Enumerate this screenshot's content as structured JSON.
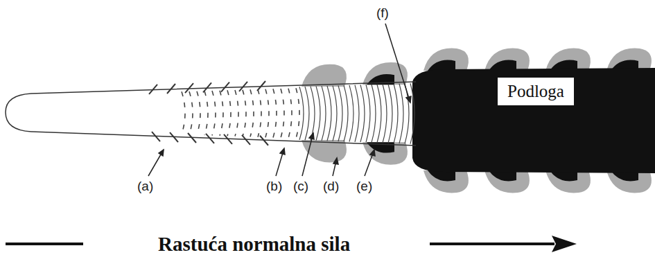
{
  "diagram": {
    "nodes": [
      {
        "text": [
          "Podloga"
        ]
      }
    ],
    "labels": [
      "(f)",
      "(a)",
      "(b)",
      "(c)",
      "(d)",
      "(e)",
      "Rastuća normalna sila"
    ]
  }
}
